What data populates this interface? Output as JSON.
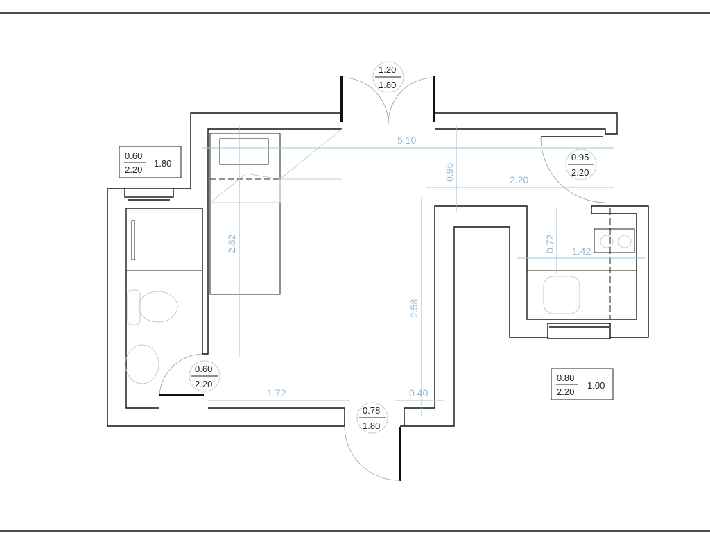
{
  "colors": {
    "wall": "#111111",
    "dimension": "#8fb8d6",
    "background": "#ffffff"
  },
  "dimensions": {
    "top_width": "5.10",
    "entry_depth": "0.96",
    "corridor_width": "2.20",
    "bedroom_length": "2.82",
    "hall_length": "2.58",
    "kitchen_depth": "0.72",
    "kitchen_width": "1.42",
    "bottom_width": "1.72",
    "wall_offset": "0.40"
  },
  "doors": [
    {
      "width": "1.20",
      "height": "1.80"
    },
    {
      "width": "0.95",
      "height": "2.20"
    },
    {
      "width": "0.60",
      "height": "2.20"
    },
    {
      "width": "0.78",
      "height": "1.80"
    }
  ],
  "windows": [
    {
      "width": "0.60",
      "height": "2.20",
      "sill": "1.80"
    },
    {
      "width": "0.80",
      "height": "2.20",
      "sill": "1.00"
    }
  ]
}
